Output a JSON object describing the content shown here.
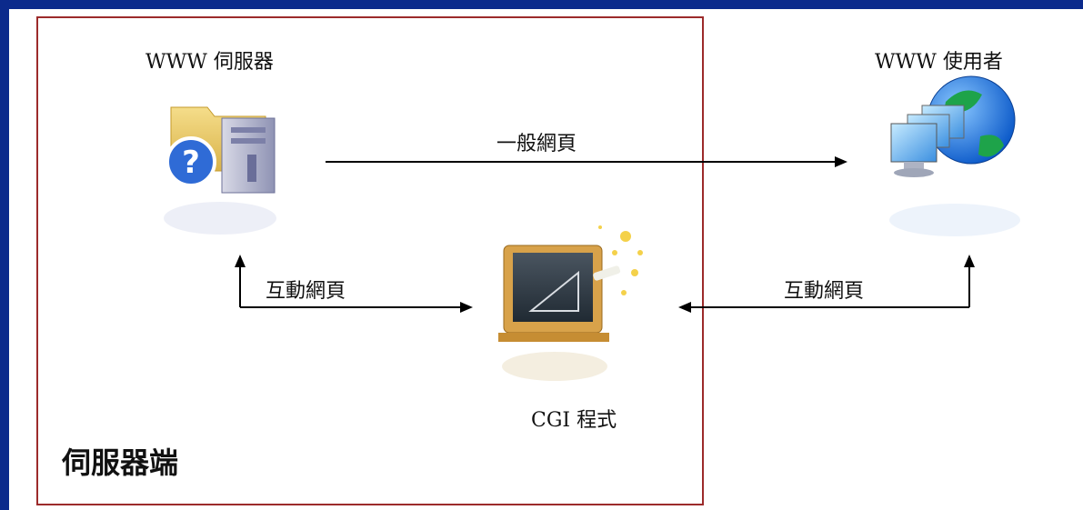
{
  "diagram": {
    "server_title": "WWW 伺服器",
    "user_title": "WWW 使用者",
    "cgi_title": "CGI 程式",
    "normal_page_label": "一般網頁",
    "interactive_left_label": "互動網頁",
    "interactive_right_label": "互動網頁",
    "server_side_label": "伺服器端"
  },
  "icons": {
    "server": "server-icon",
    "users": "network-users-icon",
    "cgi": "cgi-program-icon"
  },
  "colors": {
    "background": "#0b2a8c",
    "server_box_border": "#9c2b2b"
  }
}
